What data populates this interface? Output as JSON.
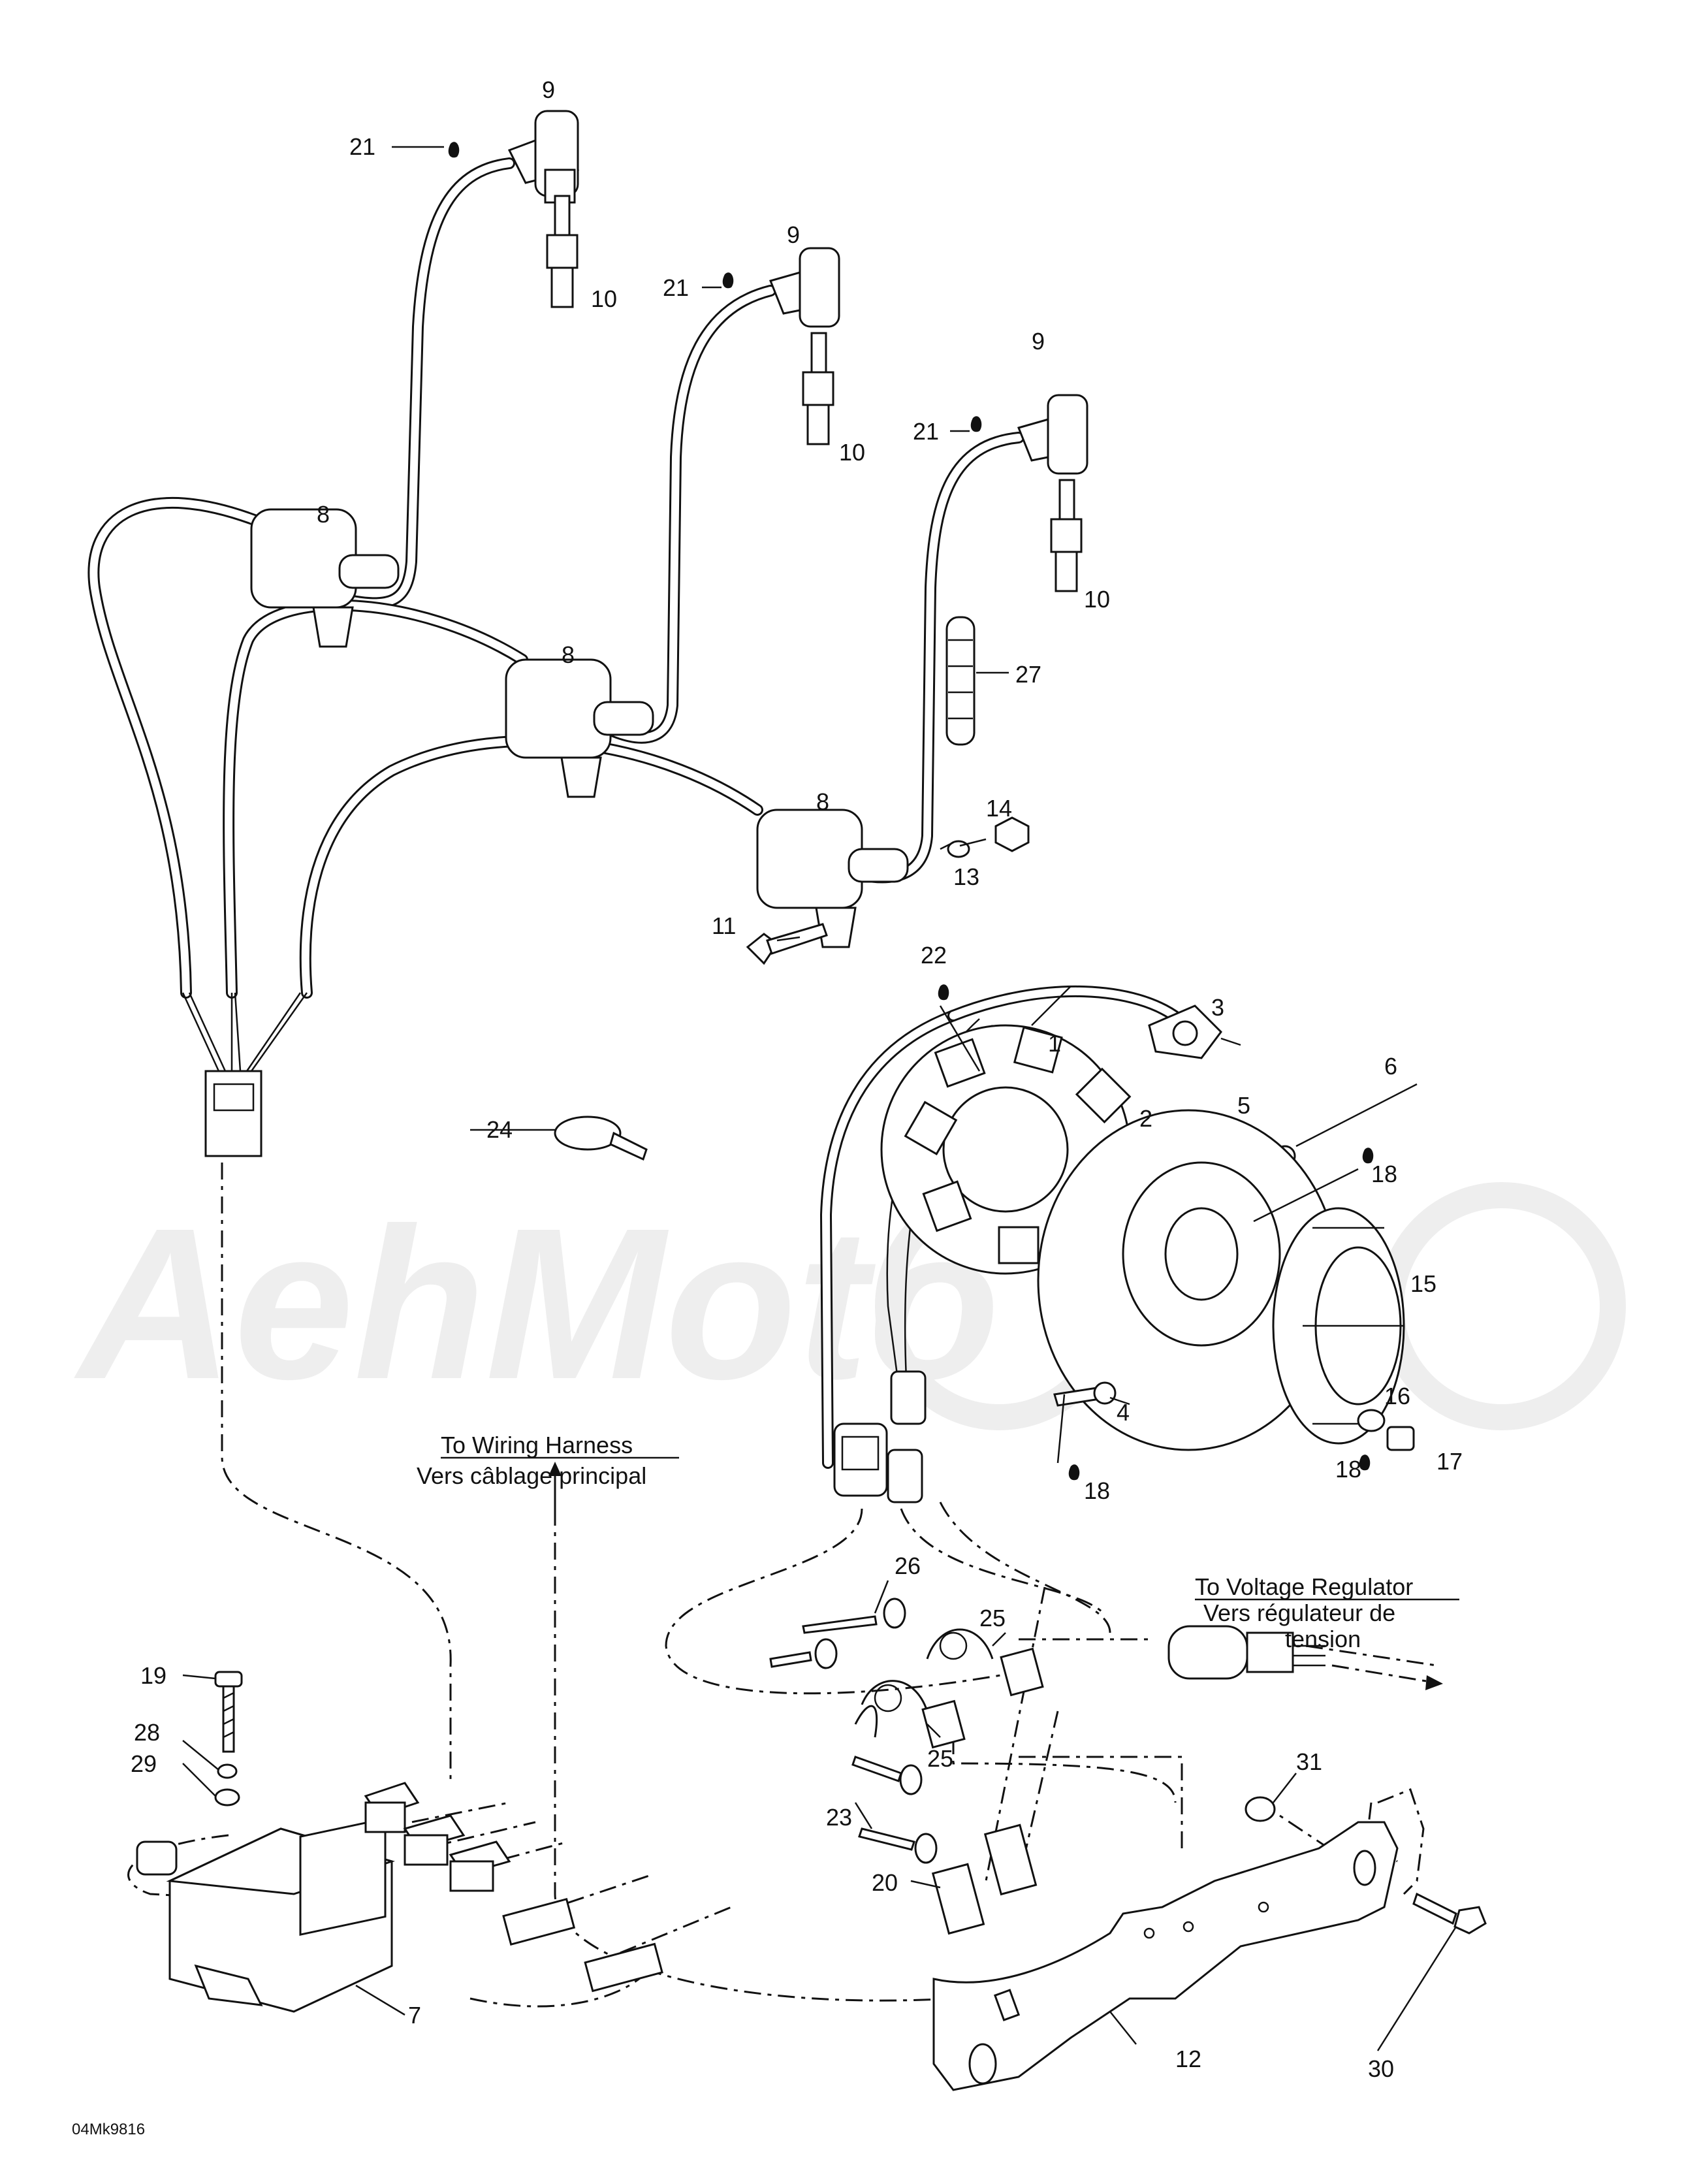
{
  "watermark": "AehMoto",
  "drawing_code": "04Mk9816",
  "callouts": {
    "c1": "1",
    "c2": "2",
    "c3": "3",
    "c4": "4",
    "c5": "5",
    "c6": "6",
    "c7": "7",
    "c8": "8",
    "c9": "9",
    "c10": "10",
    "c11": "11",
    "c12": "12",
    "c13": "13",
    "c14": "14",
    "c15": "15",
    "c16": "16",
    "c17": "17",
    "c18": "18",
    "c19": "19",
    "c20": "20",
    "c21": "21",
    "c22": "22",
    "c23": "23",
    "c24": "24",
    "c25": "25",
    "c26": "26",
    "c27": "27",
    "c28": "28",
    "c29": "29",
    "c30": "30",
    "c31": "31"
  },
  "notes": {
    "harness_en": "To Wiring Harness",
    "harness_fr": "Vers câblage principal",
    "regulator_en": "To Voltage Regulator",
    "regulator_fr_1": "Vers régulateur de",
    "regulator_fr_2": "tension"
  }
}
